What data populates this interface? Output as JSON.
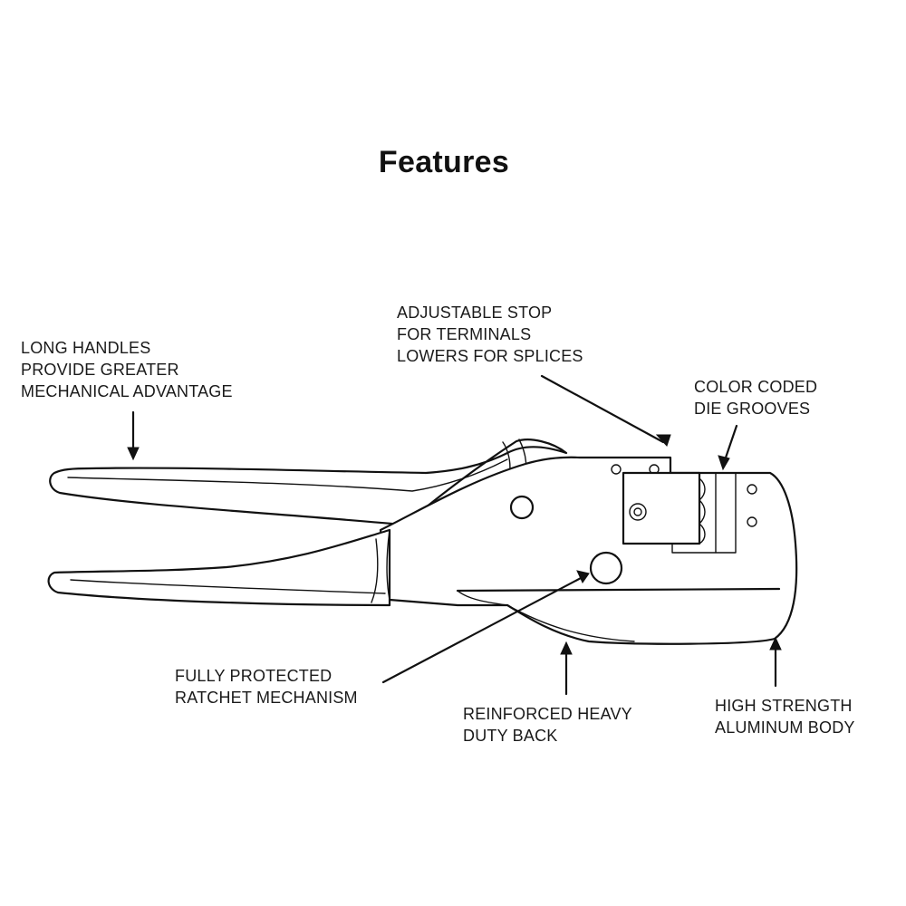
{
  "title": "Features",
  "callouts": {
    "long_handles": [
      "LONG HANDLES",
      "PROVIDE GREATER",
      "MECHANICAL ADVANTAGE"
    ],
    "adjustable_stop": [
      "ADJUSTABLE STOP",
      "FOR TERMINALS",
      "LOWERS FOR SPLICES"
    ],
    "die_grooves": [
      "COLOR CODED",
      "DIE GROOVES"
    ],
    "ratchet": [
      "FULLY PROTECTED",
      "RATCHET MECHANISM"
    ],
    "heavy_back": [
      "REINFORCED HEAVY",
      "DUTY BACK"
    ],
    "aluminum_body": [
      "HIGH STRENGTH",
      "ALUMINUM BODY"
    ]
  },
  "line_color": "#111111",
  "background": "#ffffff"
}
